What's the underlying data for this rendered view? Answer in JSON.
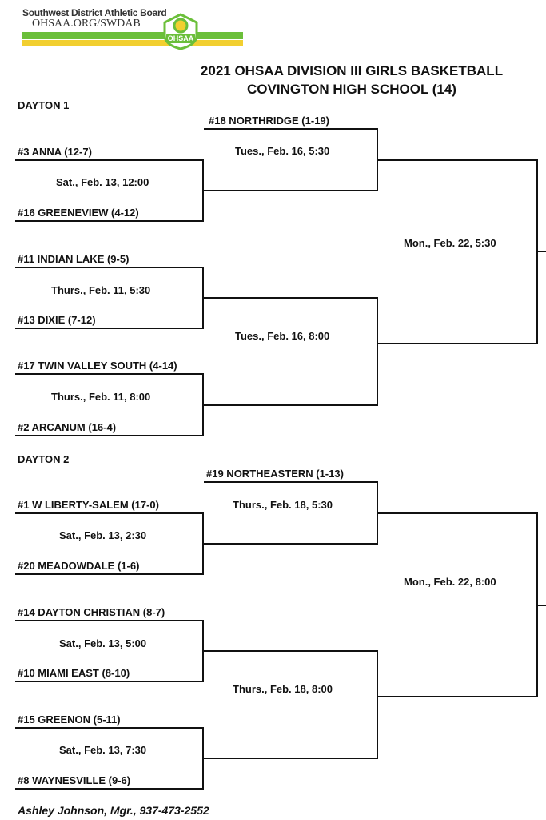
{
  "header": {
    "org_line1": "Southwest District Athletic Board",
    "org_line2": "OHSAA.ORG/SWDAB",
    "logo_text": "OHSAA",
    "title": "2021 OHSAA DIVISION III GIRLS BASKETBALL",
    "subtitle": "COVINGTON HIGH SCHOOL (14)",
    "colors": {
      "green": "#6bbf3a",
      "yellow": "#f2cf30"
    }
  },
  "dayton1": {
    "label": "DAYTON 1",
    "teams": {
      "northridge": "#18 NORTHRIDGE (1-19)",
      "anna": "#3 ANNA (12-7)",
      "greeneview": "#16 GREENEVIEW (4-12)",
      "indian_lake": "#11 INDIAN LAKE (9-5)",
      "dixie": "#13 DIXIE (7-12)",
      "twin_valley": "#17 TWIN VALLEY SOUTH (4-14)",
      "arcanum": "#2 ARCANUM (16-4)"
    },
    "games": {
      "g1": "Sat., Feb. 13, 12:00",
      "g2": "Thurs., Feb. 11, 5:30",
      "g3": "Thurs., Feb. 11, 8:00",
      "g4": "Tues., Feb. 16, 5:30",
      "g5": "Tues., Feb. 16, 8:00",
      "final": "Mon., Feb. 22, 5:30"
    }
  },
  "dayton2": {
    "label": "DAYTON 2",
    "teams": {
      "northeastern": "#19 NORTHEASTERN (1-13)",
      "w_liberty": "#1 W LIBERTY-SALEM (17-0)",
      "meadowdale": "#20 MEADOWDALE (1-6)",
      "dayton_christian": "#14 DAYTON CHRISTIAN (8-7)",
      "miami_east": "#10 MIAMI EAST (8-10)",
      "greenon": "#15 GREENON (5-11)",
      "waynesville": "#8 WAYNESVILLE (9-6)"
    },
    "games": {
      "g1": "Sat., Feb. 13, 2:30",
      "g2": "Sat., Feb. 13, 5:00",
      "g3": "Sat., Feb. 13, 7:30",
      "g4": "Thurs., Feb. 18, 5:30",
      "g5": "Thurs., Feb. 18, 8:00",
      "final": "Mon., Feb. 22, 8:00"
    }
  },
  "footer": {
    "manager": "Ashley Johnson, Mgr., 937-473-2552"
  }
}
